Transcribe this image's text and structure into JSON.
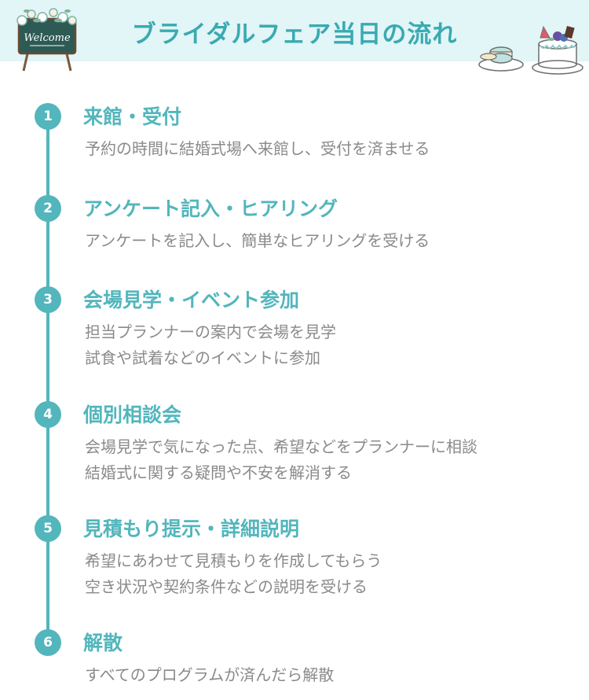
{
  "header": {
    "title": "ブライダルフェア当日の流れ",
    "sign_text": "Welcome",
    "accent_color": "#52b6bc",
    "header_bg": "#e2f5f7"
  },
  "steps": [
    {
      "number": "1",
      "title": "来館・受付",
      "lines": [
        "予約の時間に結婚式場へ来館し、受付を済ませる"
      ]
    },
    {
      "number": "2",
      "title": "アンケート記入・ヒアリング",
      "lines": [
        "アンケートを記入し、簡単なヒアリングを受ける"
      ]
    },
    {
      "number": "3",
      "title": "会場見学・イベント参加",
      "lines": [
        "担当プランナーの案内で会場を見学",
        "試食や試着などのイベントに参加"
      ]
    },
    {
      "number": "4",
      "title": "個別相談会",
      "lines": [
        "会場見学で気になった点、希望などをプランナーに相談",
        "結婚式に関する疑問や不安を解消する"
      ]
    },
    {
      "number": "5",
      "title": "見積もり提示・詳細説明",
      "lines": [
        "希望にあわせて見積もりを作成してもらう",
        "空き状況や契約条件などの説明を受ける"
      ]
    },
    {
      "number": "6",
      "title": "解散",
      "lines": [
        "すべてのプログラムが済んだら解散"
      ]
    }
  ]
}
